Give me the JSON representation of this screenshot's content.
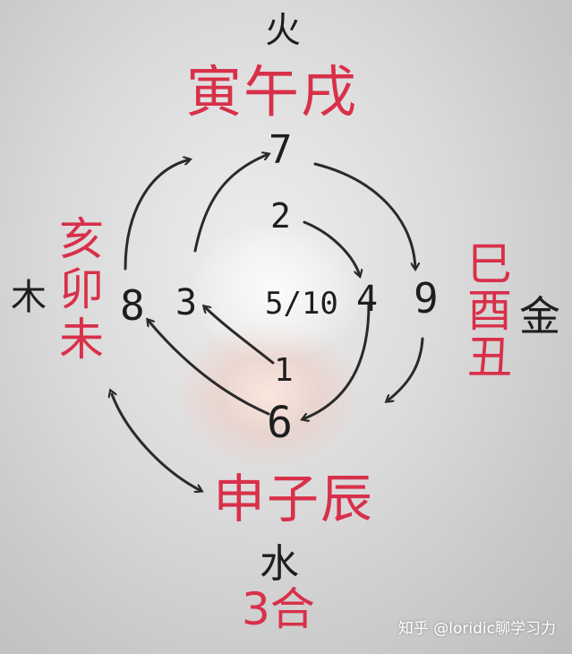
{
  "board": {
    "fire_char": "火",
    "south_branches": "寅午戌",
    "west_branches": "亥卯未",
    "east_branches": "巳酉丑",
    "north_branches": "申子辰",
    "wood_char": "木",
    "metal_char": "金",
    "water_char": "水",
    "note": "3合"
  },
  "numbers": {
    "n7": "7",
    "n2": "2",
    "n8": "8",
    "n3": "3",
    "n5_10": "5/10",
    "n4": "4",
    "n9": "9",
    "n1": "1",
    "n6": "6"
  },
  "watermark": "知乎 @loridic聊学习力",
  "colors": {
    "ink_black": "#1e1e1e",
    "ink_red": "#d8304a",
    "board": "#d8d8d8"
  }
}
